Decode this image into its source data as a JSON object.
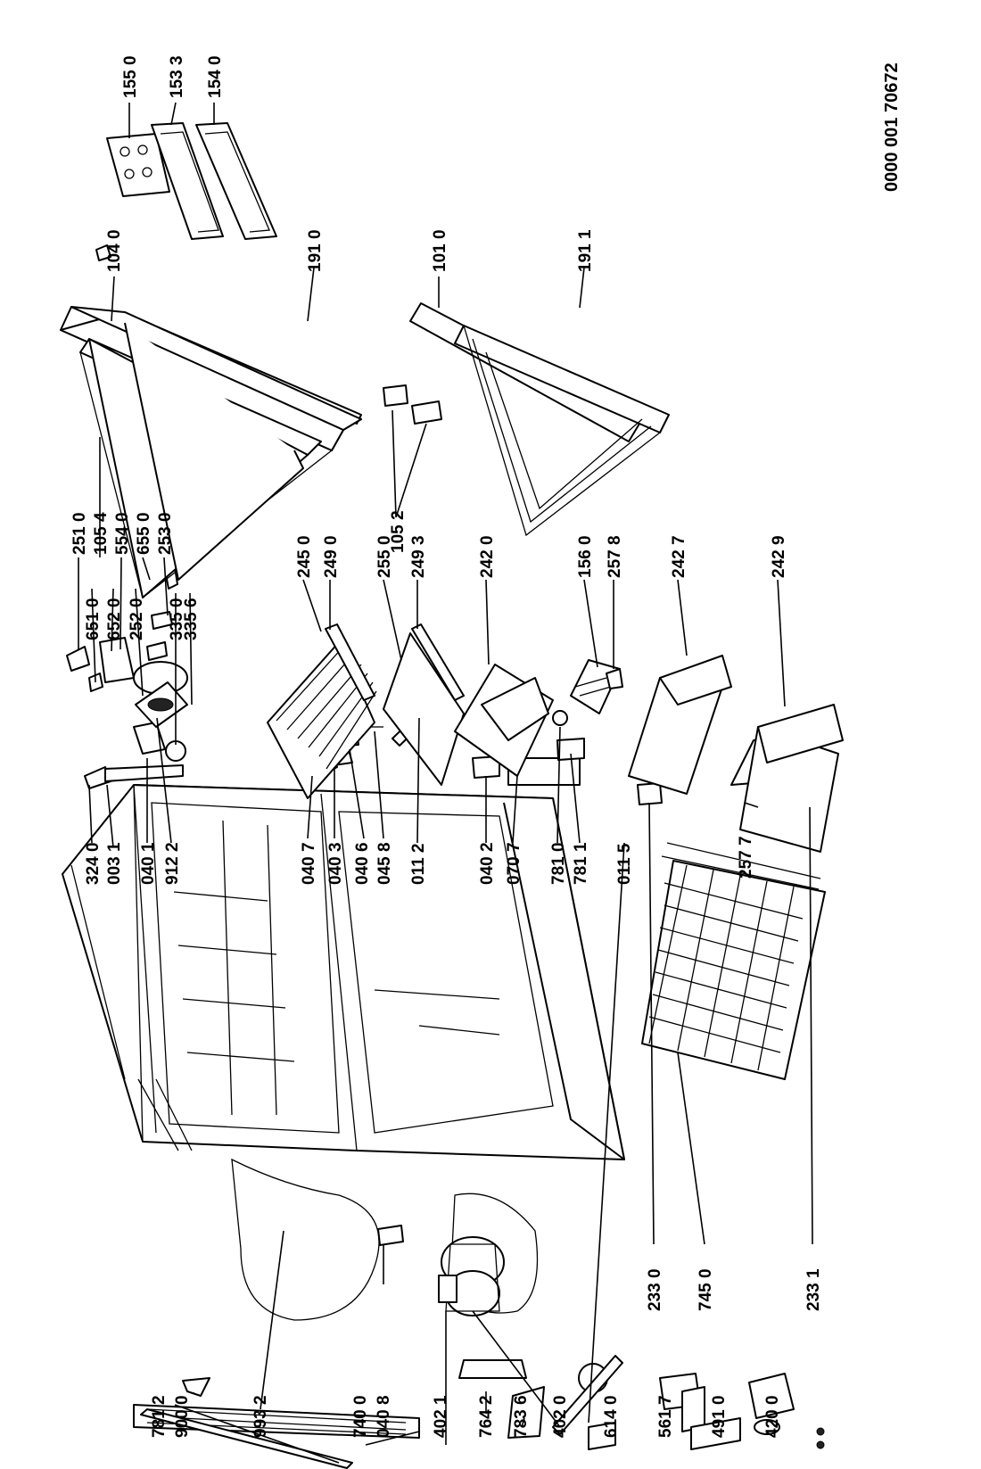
{
  "document_number": "0000 001 70672",
  "parts": [
    {
      "id": "p7812",
      "label": "781 2"
    },
    {
      "id": "p9000",
      "label": "900 0"
    },
    {
      "id": "p9932",
      "label": "993 2"
    },
    {
      "id": "p7400",
      "label": "740 0"
    },
    {
      "id": "p0408",
      "label": "040 8"
    },
    {
      "id": "p4021",
      "label": "402 1"
    },
    {
      "id": "p7642",
      "label": "764 2"
    },
    {
      "id": "p7836",
      "label": "783 6"
    },
    {
      "id": "p4020",
      "label": "402 0"
    },
    {
      "id": "p6140",
      "label": "614 0"
    },
    {
      "id": "p5617",
      "label": "561 7"
    },
    {
      "id": "p4910",
      "label": "491 0"
    },
    {
      "id": "p4200",
      "label": "420 0"
    },
    {
      "id": "p3240",
      "label": "324 0"
    },
    {
      "id": "p0031",
      "label": "003 1"
    },
    {
      "id": "p0401",
      "label": "040 1"
    },
    {
      "id": "p9122",
      "label": "912 2"
    },
    {
      "id": "p0407",
      "label": "040 7"
    },
    {
      "id": "p0403",
      "label": "040 3"
    },
    {
      "id": "p0406",
      "label": "040 6"
    },
    {
      "id": "p0458",
      "label": "045 8"
    },
    {
      "id": "p0112",
      "label": "011 2"
    },
    {
      "id": "p0402",
      "label": "040 2"
    },
    {
      "id": "p0707",
      "label": "070 7"
    },
    {
      "id": "p7810",
      "label": "781 0"
    },
    {
      "id": "p7811",
      "label": "781 1"
    },
    {
      "id": "p0115",
      "label": "011 5"
    },
    {
      "id": "p2330",
      "label": "233 0"
    },
    {
      "id": "p7450",
      "label": "745 0"
    },
    {
      "id": "p2331",
      "label": "233 1"
    },
    {
      "id": "p6510",
      "label": "651 0"
    },
    {
      "id": "p6520",
      "label": "652 0"
    },
    {
      "id": "p2520",
      "label": "252 0"
    },
    {
      "id": "p3350",
      "label": "335 0"
    },
    {
      "id": "p3356",
      "label": "335 6"
    },
    {
      "id": "p2510",
      "label": "251 0"
    },
    {
      "id": "p1054",
      "label": "105 4"
    },
    {
      "id": "p5540",
      "label": "554 0"
    },
    {
      "id": "p6550",
      "label": "655 0"
    },
    {
      "id": "p2530",
      "label": "253 0"
    },
    {
      "id": "p2450",
      "label": "245 0"
    },
    {
      "id": "p2490",
      "label": "249 0"
    },
    {
      "id": "p2550",
      "label": "255 0"
    },
    {
      "id": "p2493",
      "label": "249 3"
    },
    {
      "id": "p2420",
      "label": "242 0"
    },
    {
      "id": "p1560",
      "label": "156 0"
    },
    {
      "id": "p2578",
      "label": "257 8"
    },
    {
      "id": "p2427",
      "label": "242 7"
    },
    {
      "id": "p2429",
      "label": "242 9"
    },
    {
      "id": "p2577",
      "label": "257 7"
    },
    {
      "id": "p1052",
      "label": "105 2"
    },
    {
      "id": "p1040",
      "label": "104 0"
    },
    {
      "id": "p1910",
      "label": "191 0"
    },
    {
      "id": "p1010",
      "label": "101 0"
    },
    {
      "id": "p1911",
      "label": "191 1"
    },
    {
      "id": "p1550",
      "label": "155 0"
    },
    {
      "id": "p1533",
      "label": "153 3"
    },
    {
      "id": "p1540",
      "label": "154 0"
    }
  ]
}
